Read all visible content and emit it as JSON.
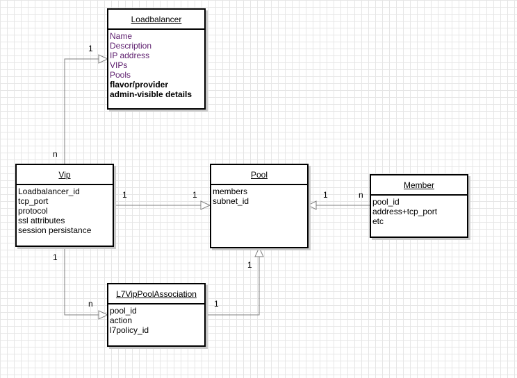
{
  "diagram": {
    "classes": {
      "loadbalancer": {
        "name": "Loadbalancer",
        "attributes": [
          {
            "text": "Name",
            "bold": false
          },
          {
            "text": "Description",
            "bold": false
          },
          {
            "text": "IP address",
            "bold": false
          },
          {
            "text": "VIPs",
            "bold": false
          },
          {
            "text": "Pools",
            "bold": false
          },
          {
            "text": "flavor/provider",
            "bold": true
          },
          {
            "text": "admin-visible details",
            "bold": true
          }
        ]
      },
      "vip": {
        "name": "Vip",
        "attributes": [
          "Loadbalancer_id",
          "tcp_port",
          "protocol",
          "ssl attributes",
          "session persistance"
        ]
      },
      "pool": {
        "name": "Pool",
        "attributes": [
          "members",
          "subnet_id"
        ]
      },
      "member": {
        "name": "Member",
        "attributes": [
          "pool_id",
          "address+tcp_port",
          "etc"
        ]
      },
      "l7": {
        "name": "L7VipPoolAssociation",
        "attributes": [
          "pool_id",
          "action",
          "l7policy_id"
        ]
      }
    },
    "multiplicities": {
      "vip_lb_target": "1",
      "vip_lb_source": "n",
      "vip_pool_source": "1",
      "vip_pool_target": "1",
      "member_pool_target": "1",
      "member_pool_source": "n",
      "vip_l7_source": "1",
      "vip_l7_target": "n",
      "l7_pool_source": "1",
      "l7_pool_target": "1"
    },
    "colors": {
      "line": "#7f7f7f",
      "border": "#000000",
      "lb_attr_text": "#5a1a6b",
      "grid": "#e6e6e6"
    }
  }
}
